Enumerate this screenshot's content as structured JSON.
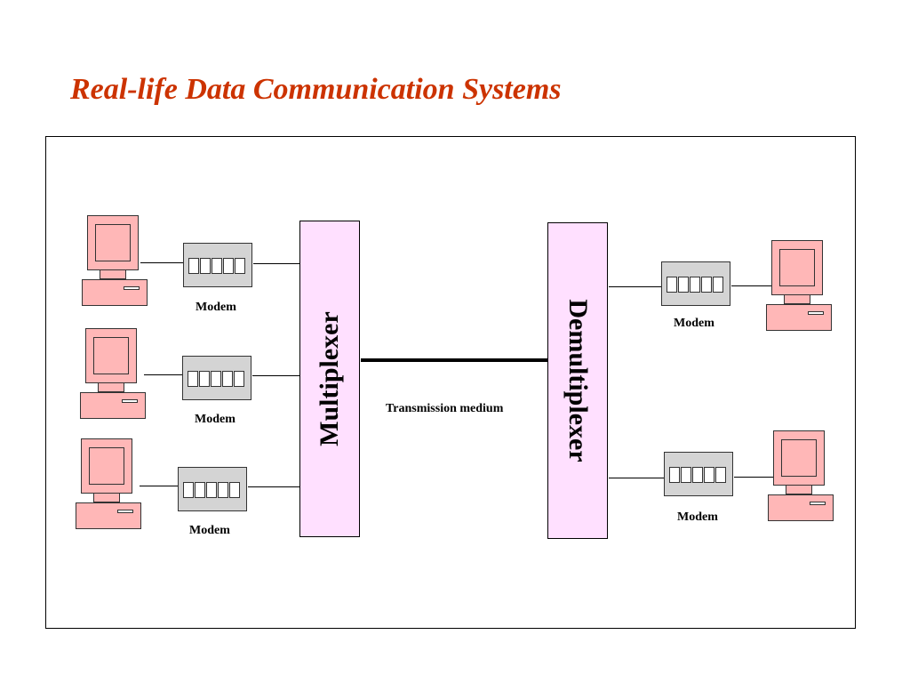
{
  "slide": {
    "title": "Real-life Data Communication Systems",
    "title_color": "#cc3300"
  },
  "diagram": {
    "multiplexer_label": "Multiplexer",
    "demultiplexer_label": "Demultiplexer",
    "transmission_label": "Transmission medium",
    "left_stations": [
      {
        "modem_label": "Modem"
      },
      {
        "modem_label": "Modem"
      },
      {
        "modem_label": "Modem"
      }
    ],
    "right_stations": [
      {
        "modem_label": "Modem"
      },
      {
        "modem_label": "Modem"
      }
    ],
    "colors": {
      "computer_fill": "#ffb7b7",
      "modem_fill": "#d4d4d4",
      "mux_fill": "#ffe0ff"
    }
  }
}
